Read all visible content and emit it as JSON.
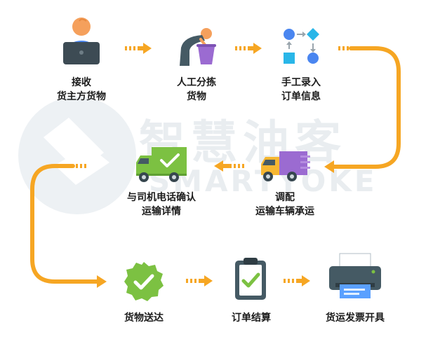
{
  "watermark": {
    "text_cn": "智慧油客",
    "text_en": "SMARTYOKE"
  },
  "steps": [
    {
      "line1": "接收",
      "line2": "货主方货物",
      "icon": "person-laptop-icon"
    },
    {
      "line1": "人工分拣",
      "line2": "货物",
      "icon": "person-sorting-icon"
    },
    {
      "line1": "手工录入",
      "line2": "订单信息",
      "icon": "flowchart-icon"
    },
    {
      "line1": "调配",
      "line2": "运输车辆承运",
      "icon": "fast-truck-icon"
    },
    {
      "line1": "与司机电话确认",
      "line2": "运输详情",
      "icon": "truck-check-icon"
    },
    {
      "line1": "货物送达",
      "line2": "",
      "icon": "check-badge-icon"
    },
    {
      "line1": "订单结算",
      "line2": "",
      "icon": "clipboard-check-icon"
    },
    {
      "line1": "货运发票开具",
      "line2": "",
      "icon": "printer-icon"
    }
  ],
  "colors": {
    "arrow": "#f6a623",
    "green": "#7cc142",
    "check": "#ffffff",
    "dark": "#455a64",
    "orange_skin": "#f5a05c",
    "blue": "#4a86f0",
    "cyan": "#29b6e8",
    "purple": "#9b6bd1",
    "yellow": "#f7b731",
    "watermark": "#e9edf0"
  }
}
